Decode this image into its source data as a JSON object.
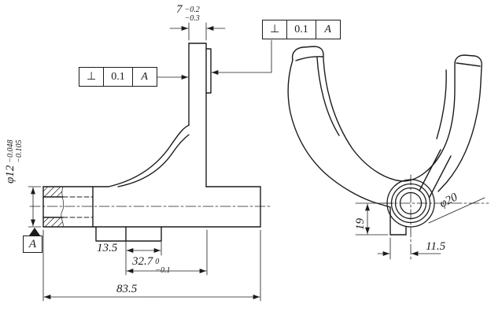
{
  "left_view": {
    "dim_7": {
      "value": "7",
      "tol_upper": "−0.2",
      "tol_lower": "−0.3"
    },
    "fcf": {
      "symbol": "⊥",
      "tolerance": "0.1",
      "datum": "A"
    },
    "dim_phi12": {
      "value": "φ12",
      "tol_upper": "−0.048",
      "tol_lower": "−0.105"
    },
    "datum_label": "A",
    "dim_13_5": "13.5",
    "dim_32_7": {
      "value": "32.7",
      "tol_upper": "0",
      "tol_lower": "−0.1"
    },
    "dim_83_5": "83.5"
  },
  "right_view": {
    "fcf": {
      "symbol": "⊥",
      "tolerance": "0.1",
      "datum": "A"
    },
    "dim_19": "19",
    "dim_11_5": "11.5",
    "dim_phi20": "φ20"
  }
}
